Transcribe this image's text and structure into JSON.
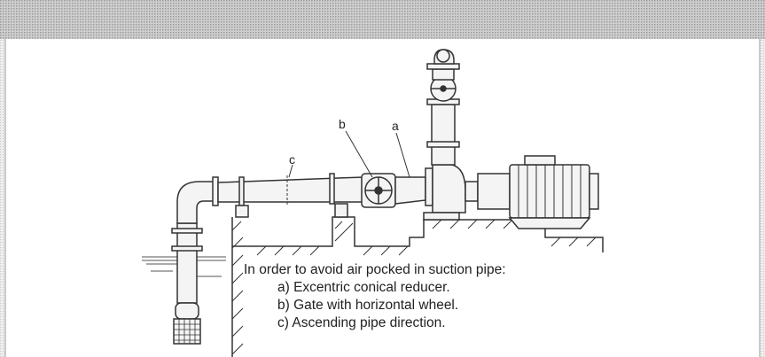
{
  "callouts": {
    "a": "a",
    "b": "b",
    "c": "c"
  },
  "caption": {
    "heading": "In order to avoid air pocked in suction pipe:",
    "items": [
      "a) Excentric conical reducer.",
      "b) Gate with horizontal wheel.",
      "c) Ascending pipe direction."
    ]
  },
  "colors": {
    "header_band": "#a9a9a9",
    "frame_background": "#e4e4e4",
    "line": "#333333",
    "pipe_fill": "#f2f2f2"
  }
}
